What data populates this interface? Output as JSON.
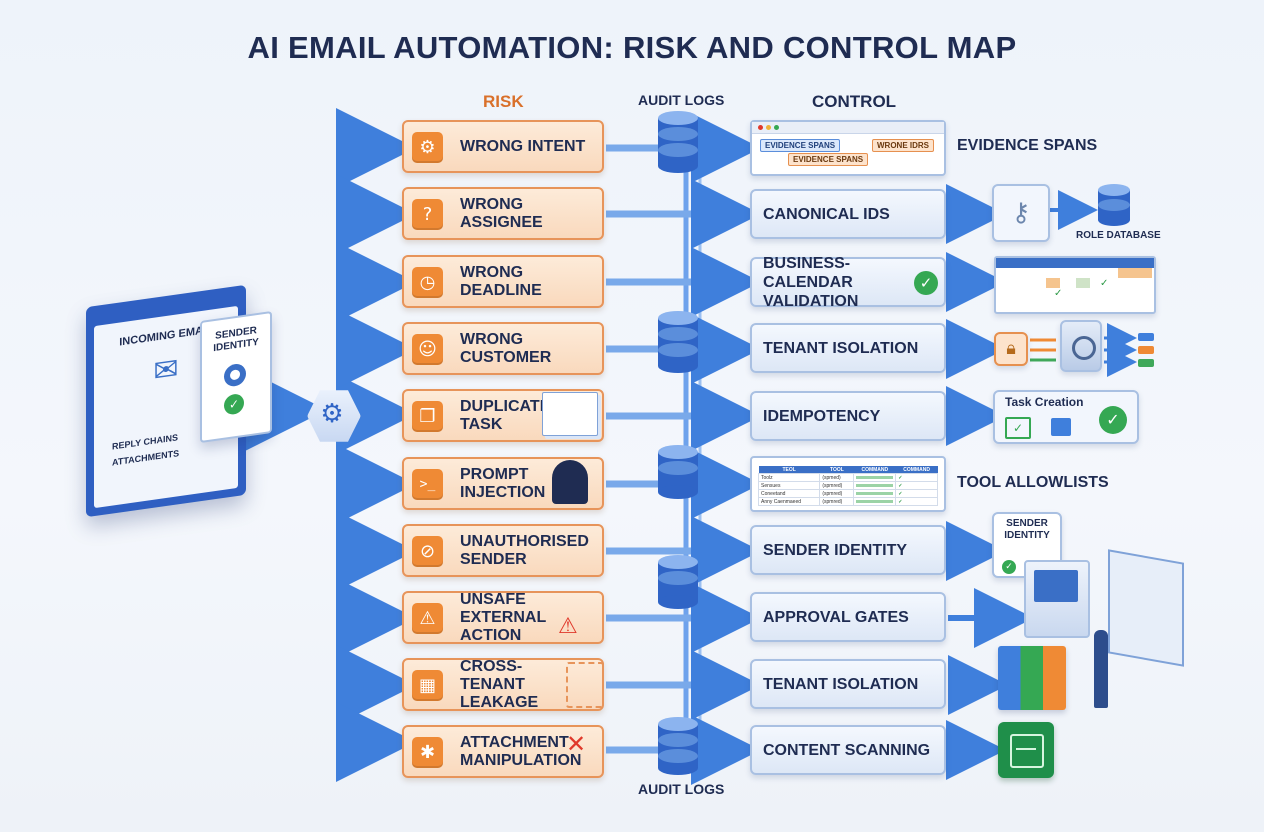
{
  "title": "AI EMAIL AUTOMATION: RISK AND CONTROL MAP",
  "headers": {
    "risk": "RISK",
    "audit_logs": "AUDIT LOGS",
    "control": "CONTROL"
  },
  "audit_logs_bottom": "AUDIT LOGS",
  "incoming_email": {
    "title": "INCOMING EMAIL",
    "reply_chains": "REPLY CHAINS",
    "attachments": "ATTACHMENTS",
    "sender_identity": "SENDER IDENTITY"
  },
  "risks": [
    {
      "label": "WRONG INTENT",
      "icon": "gears-icon"
    },
    {
      "label": "WRONG ASSIGNEE",
      "icon": "user-question-icon"
    },
    {
      "label": "WRONG DEADLINE",
      "icon": "clock-alert-icon"
    },
    {
      "label": "WRONG CUSTOMER",
      "icon": "users-icon"
    },
    {
      "label": "DUPLICATE TASK",
      "icon": "copy-icon"
    },
    {
      "label": "PROMPT INJECTION",
      "icon": "terminal-icon"
    },
    {
      "label": "UNAUTHORISED SENDER",
      "icon": "blocked-tools-icon"
    },
    {
      "label": "UNSAFE EXTERNAL ACTION",
      "icon": "warning-icon"
    },
    {
      "label": "CROSS-TENANT LEAKAGE",
      "icon": "org-chart-icon"
    },
    {
      "label": "ATTACHMENT MANIPULATION",
      "icon": "corrupted-file-icon"
    }
  ],
  "controls": {
    "evidence_spans": {
      "label": "EVIDENCE SPANS",
      "chips": [
        "EVIDENCE SPANS",
        "WRONE IDRS",
        "EVIDENCE SPANS"
      ]
    },
    "canonical_ids": {
      "label": "CANONICAL IDS",
      "side_label": "ROLE DATABASE"
    },
    "business_calendar": {
      "label": "BUSINESS-CALENDAR VALIDATION"
    },
    "tenant_isolation_1": {
      "label": "TENANT ISOLATION"
    },
    "idempotency": {
      "label": "IDEMPOTENCY",
      "side_label": "Task Creation"
    },
    "tool_allowlists": {
      "label": "TOOL ALLOWLISTS",
      "table_headers": [
        "TEOL",
        "TOOL",
        "COMMAND",
        "COMMAND"
      ],
      "table_rows": [
        [
          "Toolz",
          "(spmed)",
          "",
          "✓"
        ],
        [
          "Sensues",
          "(spmred)",
          "",
          "✓"
        ],
        [
          "Coneetand",
          "(spmred)",
          "",
          "✓"
        ],
        [
          "Anny Caenmaeed",
          "(spmred)",
          "",
          "✓"
        ]
      ]
    },
    "sender_identity": {
      "label": "SENDER IDENTITY",
      "side_label": "SENDER IDENTITY"
    },
    "approval_gates": {
      "label": "APPROVAL GATES"
    },
    "tenant_isolation_2": {
      "label": "TENANT ISOLATION"
    },
    "content_scanning": {
      "label": "CONTENT SCANNING"
    }
  },
  "colors": {
    "title": "#1f2c52",
    "risk_accent": "#ef8a35",
    "risk_fill": "#fbe2cb",
    "control_fill": "#e6eef9",
    "flow_blue": "#3f7fdc",
    "check_green": "#35a853"
  }
}
